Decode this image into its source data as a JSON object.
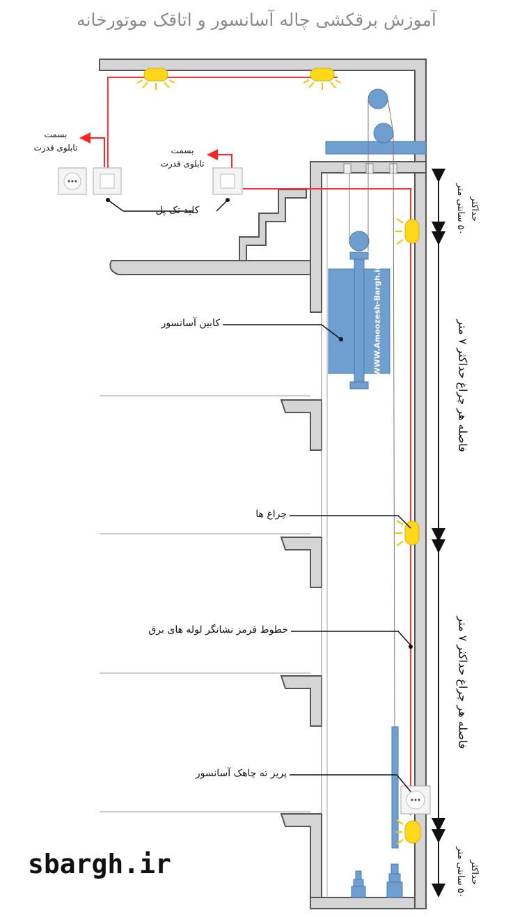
{
  "title": "آموزش برقکشی چاله آسانسور و اتاقک موتورخانه",
  "labels": {
    "toward_panel": "بسمت",
    "power_panel": "تابلوی قدرت",
    "single_switch": "کلید تک پل",
    "elevator_cabin": "کابین آسانسور",
    "lamps": "چراغ ها",
    "red_lines": "خطوط قرمز نشانگر لوله های برق",
    "pit_socket": "پریز ته چاهک آسانسور",
    "lamp_spacing": "فاصله هر چراغ حداکثر ۷ متر",
    "max": "حداکثر",
    "fifty_cm": "۵۰ سانتی متر"
  },
  "watermark": "WWW.Amoozesh-Bargh.ir",
  "brand": "sbargh.ir",
  "colors": {
    "wall": "#d5d5d5",
    "wall_stroke": "#555555",
    "wire": "#ff3333",
    "arrow": "#ff2222",
    "lamp": "#ffd81a",
    "lamp_ray": "#f5c400",
    "cabin": "#6f9fd0",
    "title": "#8a8a8a"
  }
}
